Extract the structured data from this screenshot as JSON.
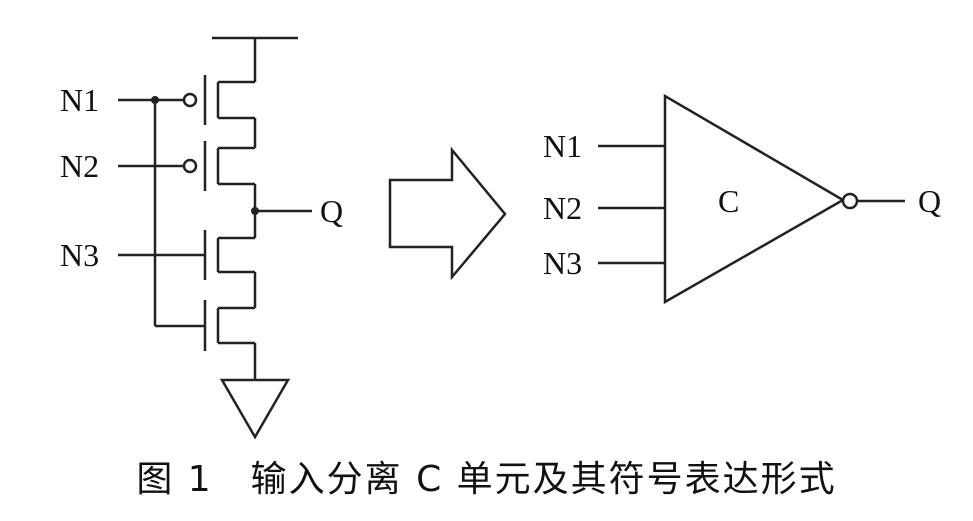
{
  "schematic": {
    "inputs": [
      "N1",
      "N2",
      "N3"
    ],
    "output": "Q"
  },
  "symbol": {
    "inputs": [
      "N1",
      "N2",
      "N3"
    ],
    "gate_label": "C",
    "output": "Q"
  },
  "caption": "图 1　输入分离 C 单元及其符号表达形式"
}
